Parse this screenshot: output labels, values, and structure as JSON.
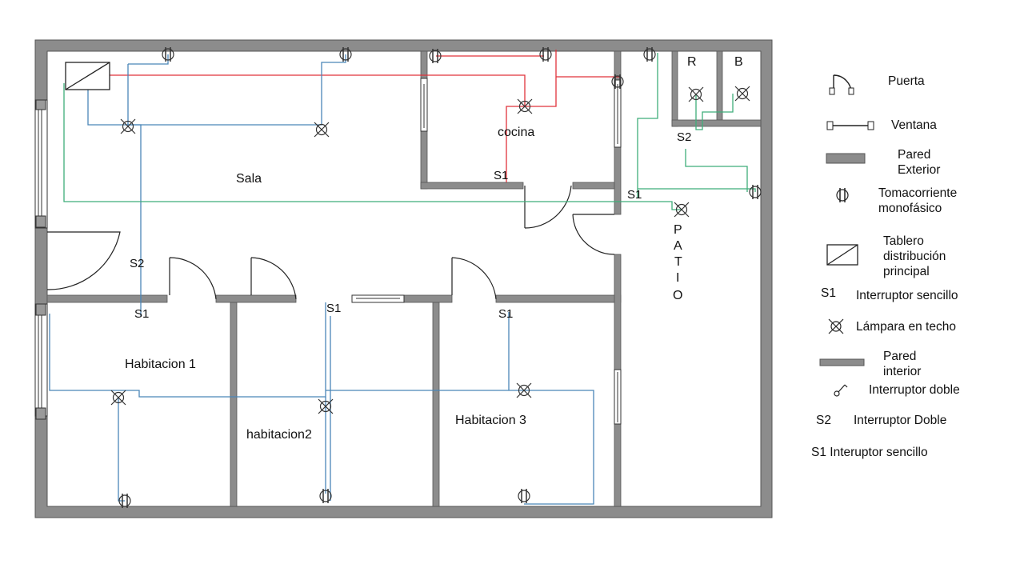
{
  "rooms": {
    "sala": "Sala",
    "cocina": "cocina",
    "habitacion1": "Habitacion 1",
    "habitacion2": "habitacion2",
    "habitacion3": "Habitacion 3",
    "patio": [
      "P",
      "A",
      "T",
      "I",
      "O"
    ],
    "r": "R",
    "b": "B"
  },
  "switch_labels": {
    "cocina_s1": "S1",
    "sala_s2": "S2",
    "hab1_s1": "S1",
    "hab2_s1": "S1",
    "hab3_s1": "S1",
    "patio_s1": "S1",
    "bath_s2": "S2"
  },
  "legend": {
    "puerta": "Puerta",
    "ventana": "Ventana",
    "pared_exterior": "Pared\nExterior",
    "tomacorriente": "Tomacorriente\nmonofásico",
    "tablero": "Tablero\n distribución\nprincipal",
    "s1_code": "S1",
    "s1_name": "Interruptor sencillo",
    "lampara": "Lámpara en techo",
    "pared_interior": "Pared\ninterior",
    "interruptor_doble": "Interruptor doble",
    "s2_code": "S2",
    "s2_name": "Interruptor Doble",
    "s1_line": "S1 Interuptor sencillo"
  },
  "colors": {
    "wall": "#8c8c8c",
    "circuit_red": "#e0333b",
    "circuit_blue": "#4a86b8",
    "circuit_green": "#3fae7a"
  }
}
